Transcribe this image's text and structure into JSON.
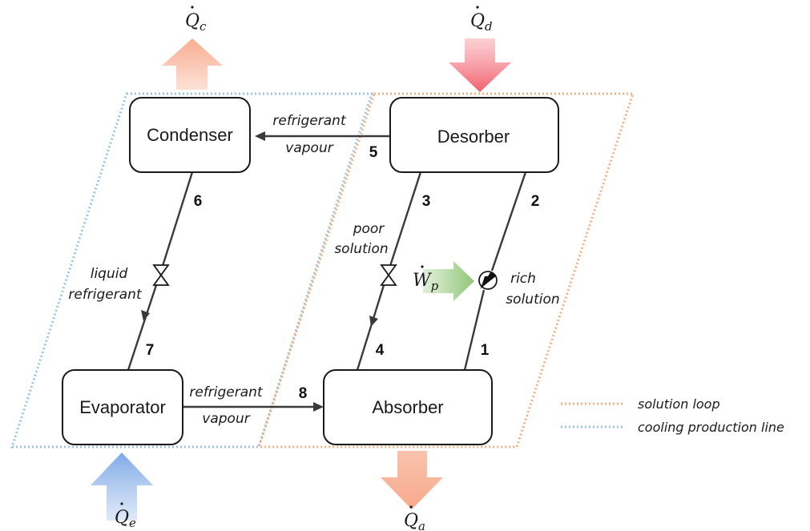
{
  "boxes": {
    "condenser": "Condenser",
    "desorber": "Desorber",
    "evaporator": "Evaporator",
    "absorber": "Absorber"
  },
  "flows": {
    "top_line1": "refrigerant",
    "top_line2": "vapour",
    "bottom_line1": "refrigerant",
    "bottom_line2": "vapour",
    "liquid_line1": "liquid",
    "liquid_line2": "refrigerant",
    "poor_line1": "poor",
    "poor_line2": "solution",
    "rich_line1": "rich",
    "rich_line2": "solution"
  },
  "points": [
    "1",
    "2",
    "3",
    "4",
    "5",
    "6",
    "7",
    "8"
  ],
  "heat": {
    "symbol": "Q",
    "c": "c",
    "d": "d",
    "e": "e",
    "a": "a",
    "work_symbol": "W",
    "p": "p"
  },
  "legend": {
    "solution_loop": "solution loop",
    "cooling_line": "cooling production line"
  },
  "colors": {
    "solution_loop": "#f4b183",
    "cooling_line": "#9dc3e6",
    "heat_out": "#f7a98b",
    "heat_in_desorber": "#f47a85",
    "heat_in_evaporator": "#8fb5ea",
    "work": "#a9d18e"
  }
}
